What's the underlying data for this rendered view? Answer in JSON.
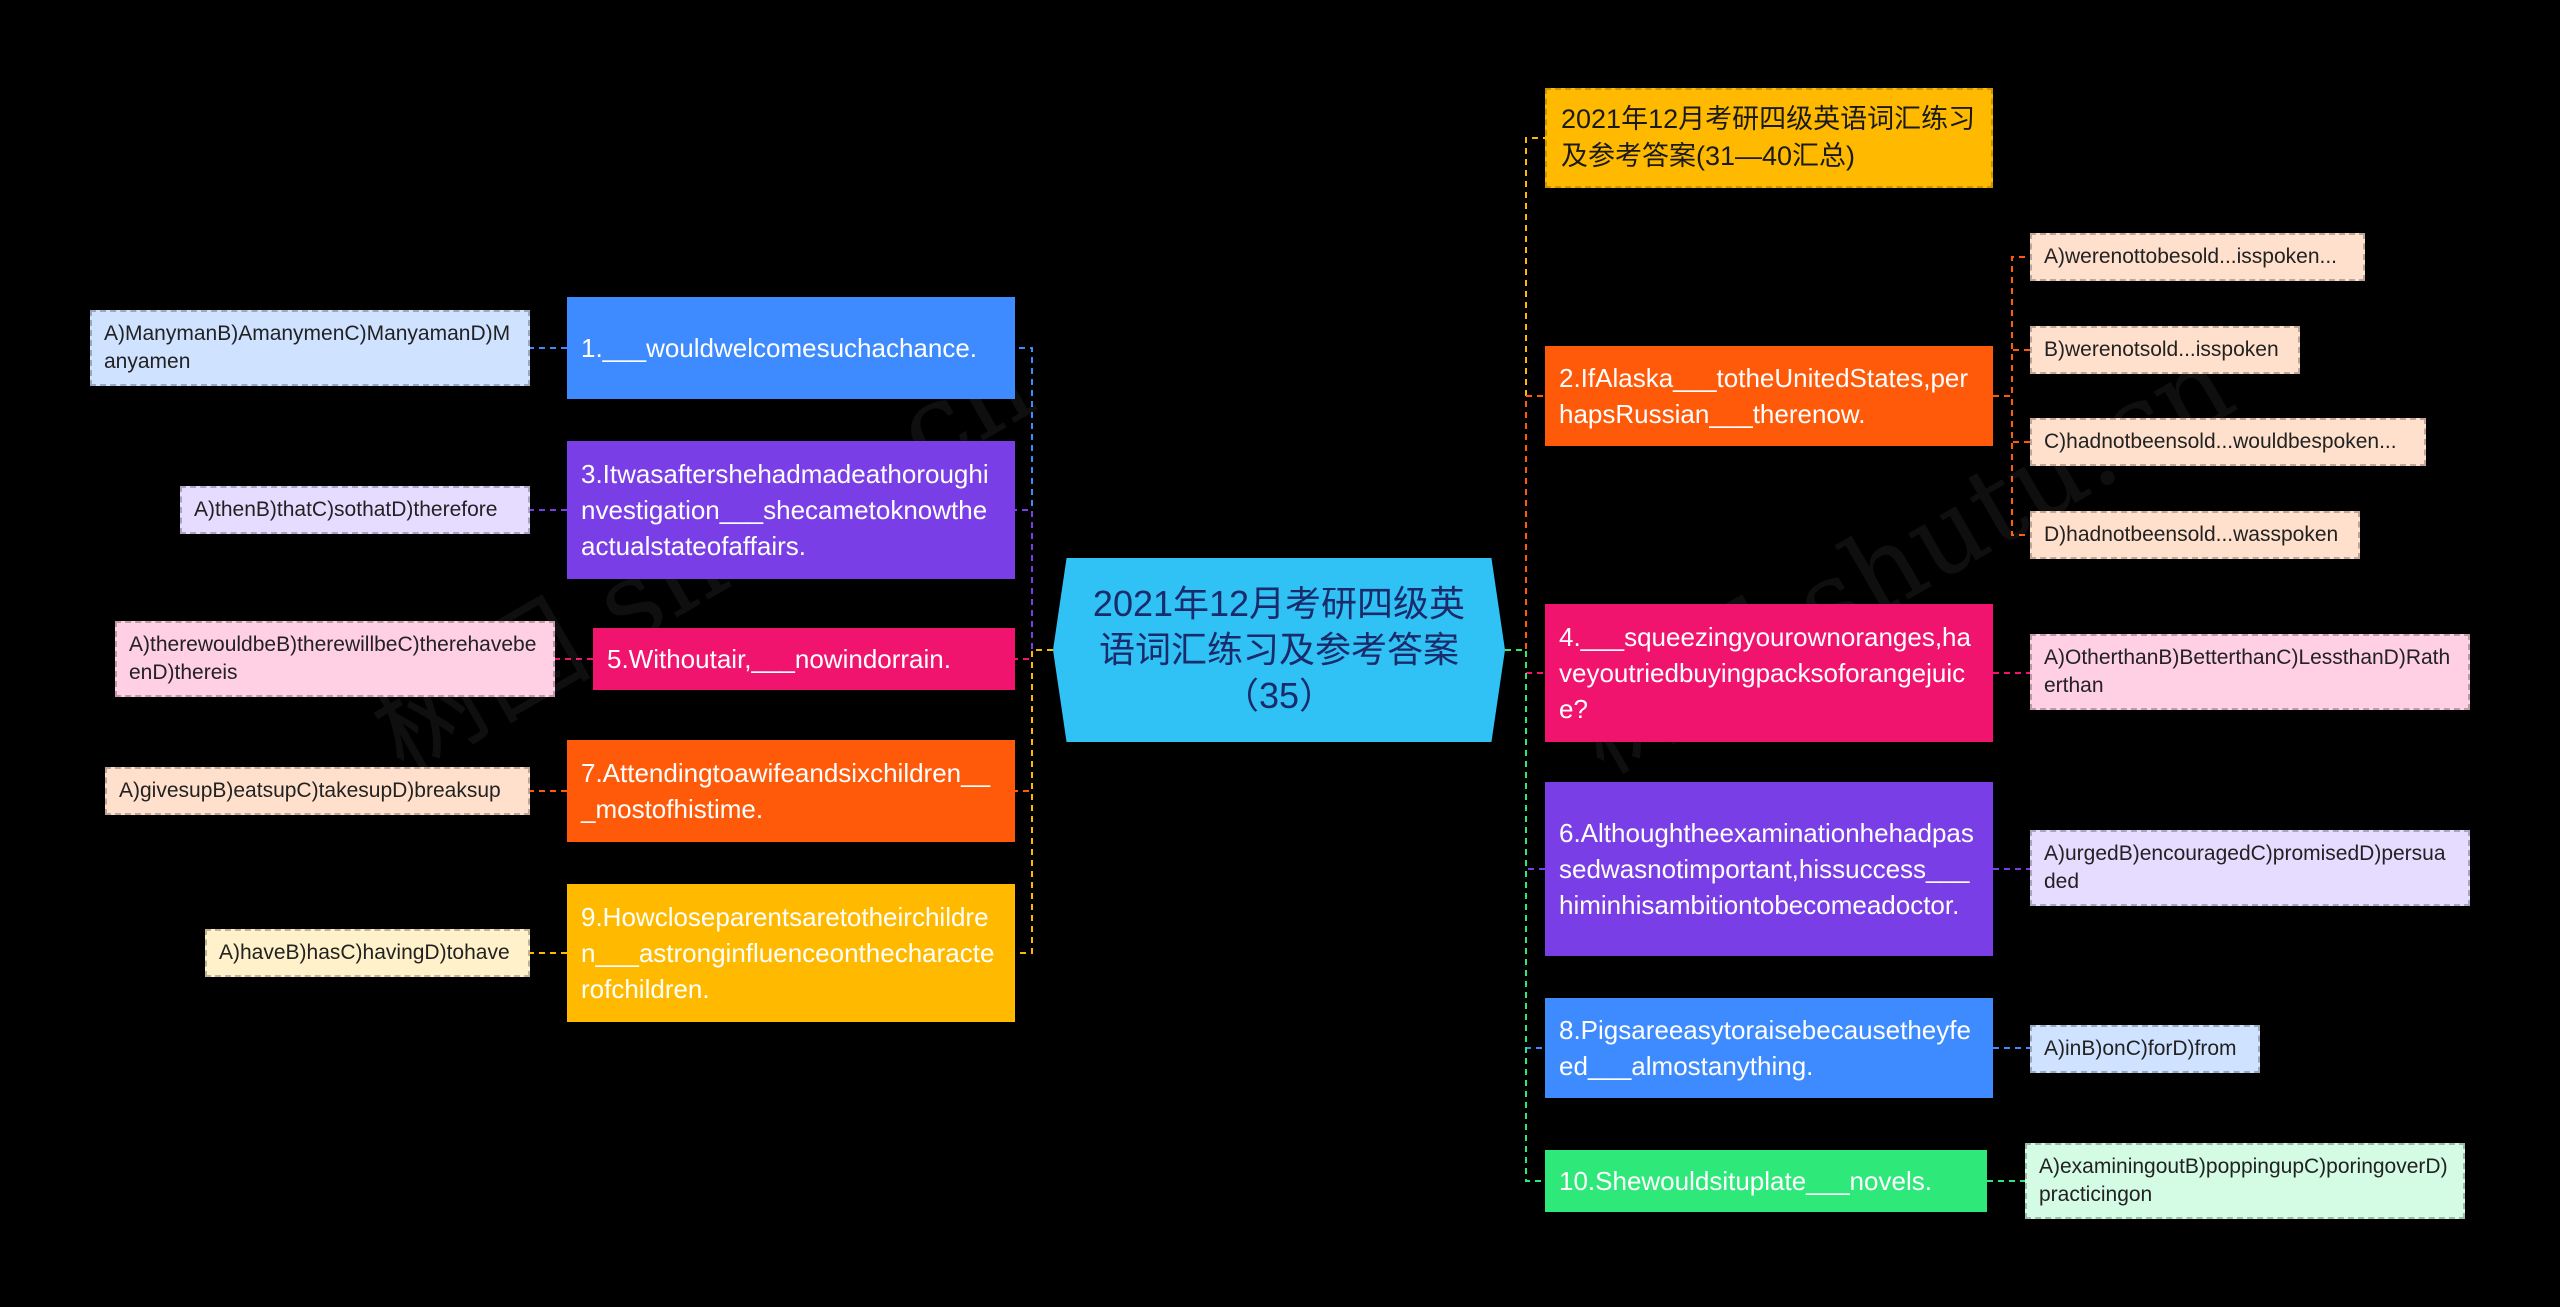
{
  "center": {
    "title": "2021年12月考研四级英语词汇练习及参考答案（35）"
  },
  "top_node": {
    "text": "2021年12月考研四级英语词汇练习及参考答案(31—40汇总)",
    "color": "#ffba00"
  },
  "left_questions": [
    {
      "q": "1.___wouldwelcomesuchachance.",
      "a": "A)ManymanB)AmanymenC)ManyamanD)Manyamen",
      "q_color": "#3e8bff",
      "a_color": "#cfe2ff"
    },
    {
      "q": "3.Itwasaftershehadmadeathoroughinvestigation___shecametoknowtheactualstateofaffairs.",
      "a": "A)thenB)thatC)sothatD)therefore",
      "q_color": "#7a3ee6",
      "a_color": "#e6dcff"
    },
    {
      "q": "5.Withoutair,___nowindorrain.",
      "a": "A)therewouldbeB)therewillbeC)therehavebeenD)thereis",
      "q_color": "#f0146e",
      "a_color": "#ffcfe3"
    },
    {
      "q": "7.Attendingtoawifeandsixchildren___mostofhistime.",
      "a": "A)givesupB)eatsupC)takesupD)breaksup",
      "q_color": "#ff5a0a",
      "a_color": "#ffe0cc"
    },
    {
      "q": "9.Howcloseparentsaretotheirchildren___astronginfluenceonthecharacterofchildren.",
      "a": "A)haveB)hasC)havingD)tohave",
      "q_color": "#ffba00",
      "a_color": "#fff1c9"
    }
  ],
  "right_questions": [
    {
      "q": "2.IfAlaska___totheUnitedStates,perhapsRussian___therenow.",
      "q_color": "#ff5a0a",
      "a_color": "#ffe0cc",
      "answers": [
        "A)werenottobesold...isspoken...",
        "B)werenotsold...isspoken",
        "C)hadnotbeensold...wouldbespoken...",
        "D)hadnotbeensold...wasspoken"
      ]
    },
    {
      "q": "4.___squeezingyourownoranges,haveyoutriedbuyingpacksoforangejuice?",
      "q_color": "#f0146e",
      "a_color": "#ffcfe3",
      "answers": [
        "A)OtherthanB)BetterthanC)LessthanD)Ratherthan"
      ]
    },
    {
      "q": "6.Althoughtheexaminationhehadpassedwasnotimportant,hissuccess___himinhisambitiontobecomeadoctor.",
      "q_color": "#7a3ee6",
      "a_color": "#e6dcff",
      "answers": [
        "A)urgedB)encouragedC)promisedD)persuaded"
      ]
    },
    {
      "q": "8.Pigsareeasytoraisebecausetheyfeed___almostanything.",
      "q_color": "#3e8bff",
      "a_color": "#cfe2ff",
      "answers": [
        "A)inB)onC)forD)from"
      ]
    },
    {
      "q": "10.Shewouldsituplate___novels.",
      "q_color": "#2ee87a",
      "a_color": "#d4fbe3",
      "answers": [
        "A)examiningoutB)poppingupC)poringoverD)practicingon"
      ]
    }
  ],
  "watermarks": [
    "树图 shutu.cn",
    "树图 shutu.cn"
  ]
}
